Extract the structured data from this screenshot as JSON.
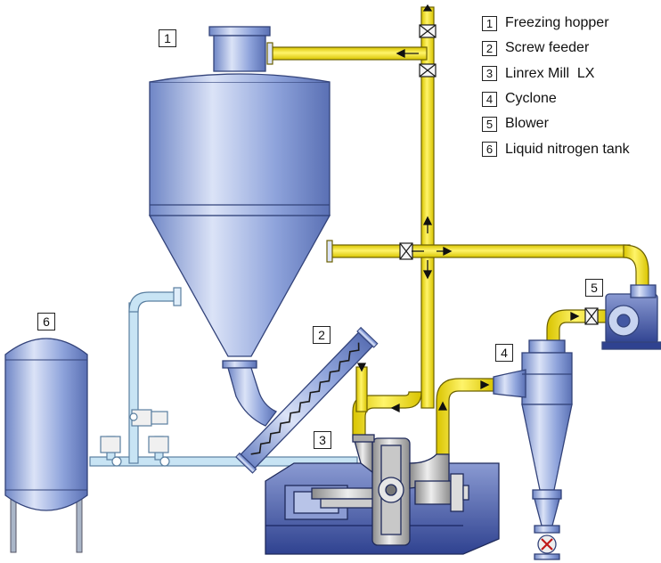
{
  "legend": [
    {
      "num": "1",
      "label": "Freezing hopper"
    },
    {
      "num": "2",
      "label": "Screw feeder"
    },
    {
      "num": "3",
      "label": "Linrex Mill  LX"
    },
    {
      "num": "4",
      "label": "Cyclone"
    },
    {
      "num": "5",
      "label": "Blower"
    },
    {
      "num": "6",
      "label": "Liquid nitrogen tank"
    }
  ],
  "tags": {
    "hopper": "1",
    "screw": "2",
    "mill": "3",
    "cyclone": "4",
    "blower": "5",
    "tank": "6"
  },
  "colors": {
    "pipe_yellow": "#f5e000",
    "pipe_outline": "#6b6000",
    "vessel_blue": "#7f97d4",
    "vessel_light": "#c8d4f0",
    "nitrogen_line": "#c8e4f4",
    "machine_blue": "#4358a3"
  }
}
